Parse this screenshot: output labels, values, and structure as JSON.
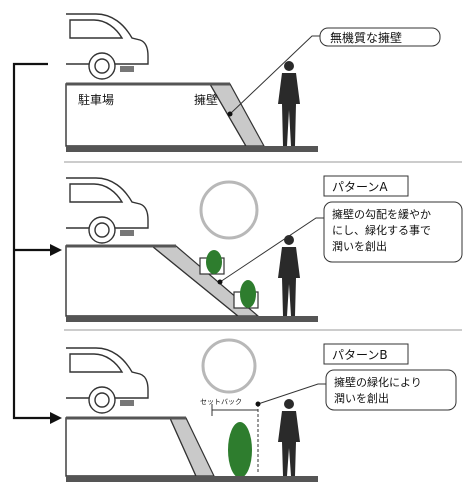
{
  "panels": [
    {
      "id": "top",
      "callout": "無機質な擁壁",
      "parking_label": "駐車場",
      "wall_label": "擁壁"
    },
    {
      "id": "a",
      "pattern_title": "パターンA",
      "callout_lines": [
        "擁壁の勾配を緩やか",
        "にし、緑化する事で",
        "潤いを創出"
      ]
    },
    {
      "id": "b",
      "pattern_title": "パターンB",
      "callout_lines": [
        "擁壁の緑化により",
        "潤いを創出"
      ],
      "setback_label": "セットバック"
    }
  ],
  "colors": {
    "ink": "#2a2a2a",
    "ground": "#555555",
    "slope": "#c9c9c9",
    "green": "#2e7d2e",
    "divider": "#9a9a9a",
    "tree_ring": "#b8b8b8"
  }
}
